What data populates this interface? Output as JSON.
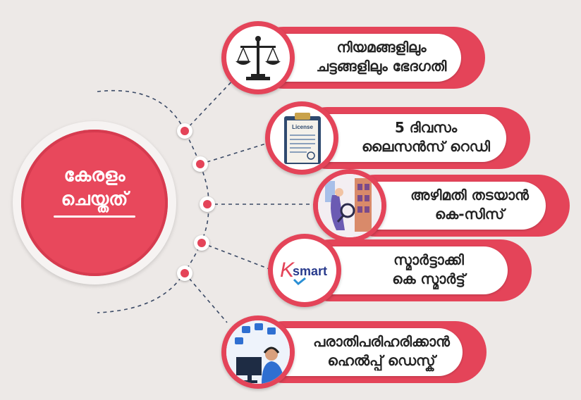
{
  "hub": {
    "line1": "കേരളം",
    "line2": "ചെയ്തത്",
    "color": "#e8485c"
  },
  "items": [
    {
      "line1": "നിയമങ്ങളിലും",
      "line2": "ചട്ടങ്ങളിലും ഭേദഗതി",
      "icon": "scales-of-justice-icon"
    },
    {
      "line1": "5 ദിവസം",
      "line2": "ലൈസൻസ് റെഡി",
      "icon": "license-clipboard-icon",
      "icon_text": "License"
    },
    {
      "line1": "അഴിമതി തടയാൻ",
      "line2": "കെ-സിസ്",
      "icon": "magnifier-investigation-icon"
    },
    {
      "line1": "സ്മാർട്ടാക്കി",
      "line2": "കെ സ്മാർട്ട്",
      "icon": "ksmart-logo-icon",
      "icon_text": "smart",
      "icon_letter": "K"
    },
    {
      "line1": "പരാതിപരിഹരിക്കാൻ",
      "line2": "ഹെൽപ്പ് ഡെസ്ക്",
      "icon": "help-desk-agent-icon"
    }
  ],
  "accent_color": "#e44459",
  "background_color": "#ede9e7"
}
